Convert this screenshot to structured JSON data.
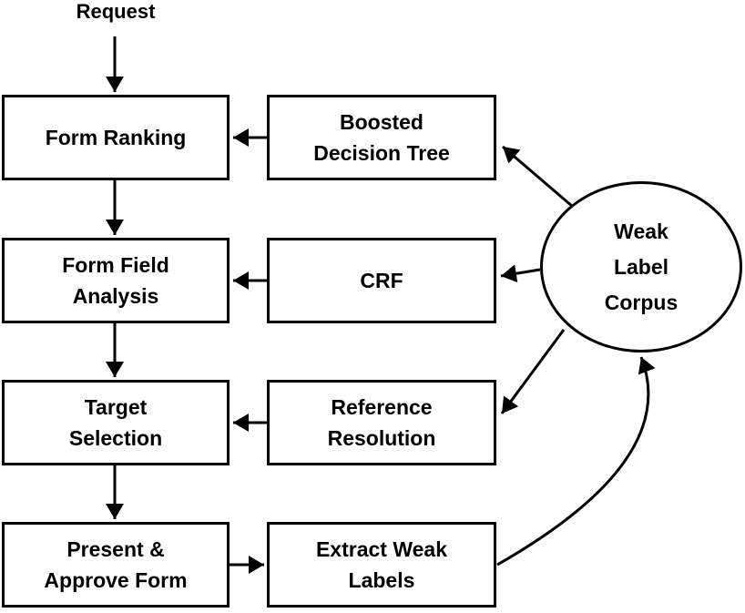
{
  "diagram": {
    "start_label": "Request",
    "nodes": {
      "form_ranking": "Form Ranking",
      "form_field_analysis": "Form Field\nAnalysis",
      "target_selection": "Target\nSelection",
      "present_approve_form": "Present &\nApprove Form",
      "boosted_decision_tree": "Boosted\nDecision Tree",
      "crf": "CRF",
      "reference_resolution": "Reference\nResolution",
      "extract_weak_labels": "Extract Weak\nLabels",
      "weak_label_corpus": "Weak\nLabel\nCorpus"
    },
    "edges": [
      {
        "from": "Request",
        "to": "Form Ranking"
      },
      {
        "from": "Form Ranking",
        "to": "Form Field Analysis"
      },
      {
        "from": "Form Field Analysis",
        "to": "Target Selection"
      },
      {
        "from": "Target Selection",
        "to": "Present & Approve Form"
      },
      {
        "from": "Boosted Decision Tree",
        "to": "Form Ranking"
      },
      {
        "from": "CRF",
        "to": "Form Field Analysis"
      },
      {
        "from": "Reference Resolution",
        "to": "Target Selection"
      },
      {
        "from": "Present & Approve Form",
        "to": "Extract Weak Labels"
      },
      {
        "from": "Weak Label Corpus",
        "to": "Boosted Decision Tree"
      },
      {
        "from": "Weak Label Corpus",
        "to": "CRF"
      },
      {
        "from": "Weak Label Corpus",
        "to": "Reference Resolution"
      },
      {
        "from": "Extract Weak Labels",
        "to": "Weak Label Corpus"
      }
    ],
    "colors": {
      "stroke": "#000000",
      "background": "#ffffff",
      "node_fill": "#ffffff"
    }
  }
}
